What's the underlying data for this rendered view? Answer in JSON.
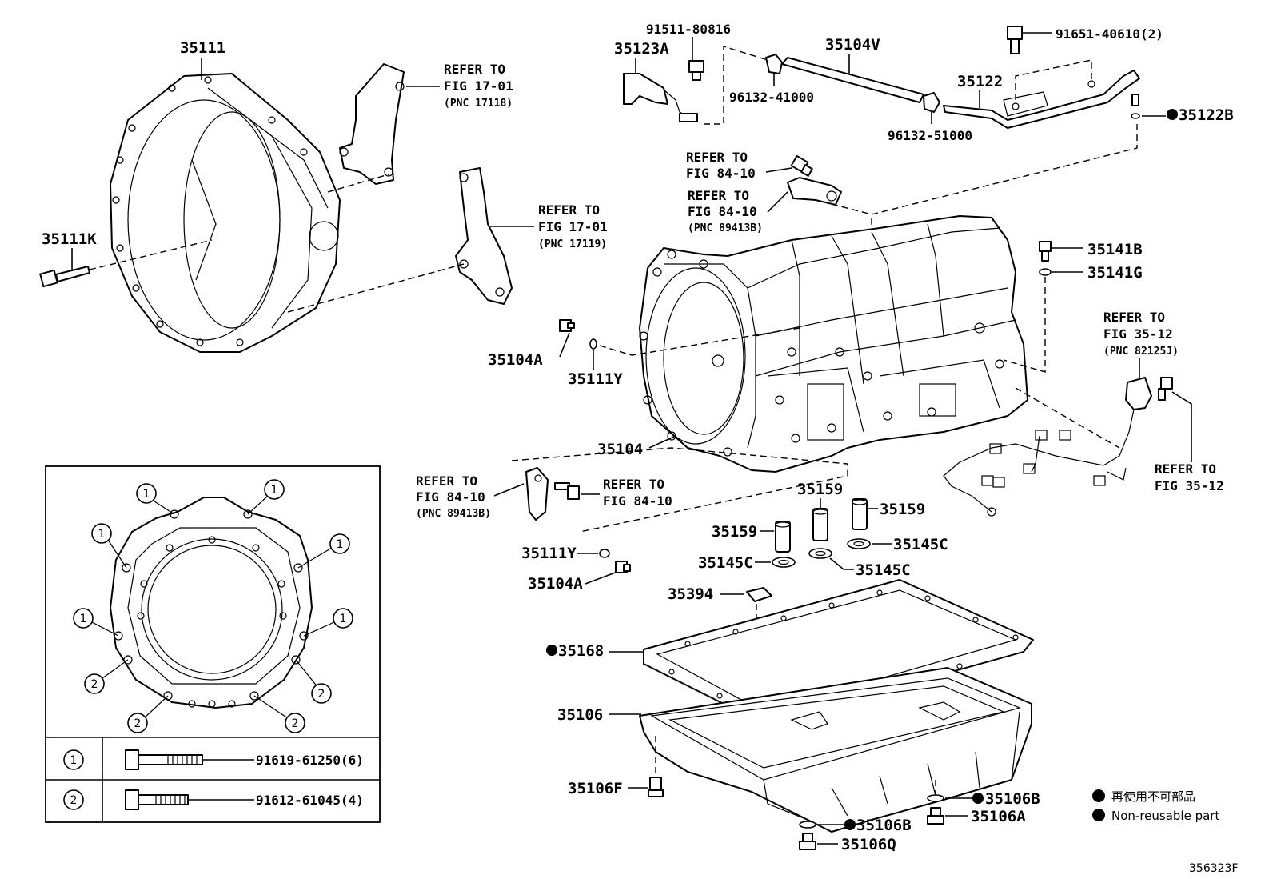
{
  "labels": {
    "p35111": "35111",
    "p35111K": "35111K",
    "p35123A": "35123A",
    "p91511": "91511-80816",
    "p96132_41": "96132-41000",
    "p35104V": "35104V",
    "p91651": "91651-40610(2)",
    "p35122": "35122",
    "p96132_51": "96132-51000",
    "p35122B": "35122B",
    "p35141B": "35141B",
    "p35141G": "35141G",
    "p35104A_1": "35104A",
    "p35111Y_1": "35111Y",
    "p35104": "35104",
    "p35159_1": "35159",
    "p35159_2": "35159",
    "p35159_3": "35159",
    "p35145C_1": "35145C",
    "p35145C_2": "35145C",
    "p35145C_3": "35145C",
    "p35111Y_2": "35111Y",
    "p35104A_2": "35104A",
    "p35394": "35394",
    "p35168": "35168",
    "p35106": "35106",
    "p35106F": "35106F",
    "p35106B_1": "35106B",
    "p35106A": "35106A",
    "p35106B_2": "35106B",
    "p35106Q": "35106Q",
    "fig_code": "356323F"
  },
  "refs": {
    "r1": {
      "line1": "REFER TO",
      "line2": "FIG 17-01",
      "line3": "(PNC 17118)"
    },
    "r2": {
      "line1": "REFER TO",
      "line2": "FIG 17-01",
      "line3": "(PNC 17119)"
    },
    "r3": {
      "line1": "REFER TO",
      "line2": "FIG 84-10"
    },
    "r4": {
      "line1": "REFER TO",
      "line2": "FIG 84-10",
      "line3": "(PNC 89413B)"
    },
    "r5": {
      "line1": "REFER TO",
      "line2": "FIG 35-12",
      "line3": "(PNC 82125J)"
    },
    "r6": {
      "line1": "REFER TO",
      "line2": "FIG 35-12"
    },
    "r7": {
      "line1": "REFER TO",
      "line2": "FIG 84-10",
      "line3": "(PNC 89413B)"
    },
    "r8": {
      "line1": "REFER TO",
      "line2": "FIG 84-10"
    }
  },
  "inset": {
    "marker1": "1",
    "marker2": "2",
    "row1": {
      "marker": "1",
      "part": "91619-61250(6)"
    },
    "row2": {
      "marker": "2",
      "part": "91612-61045(4)"
    }
  },
  "legend": {
    "jp": "再使用不可部品",
    "en": "Non-reusable part"
  }
}
